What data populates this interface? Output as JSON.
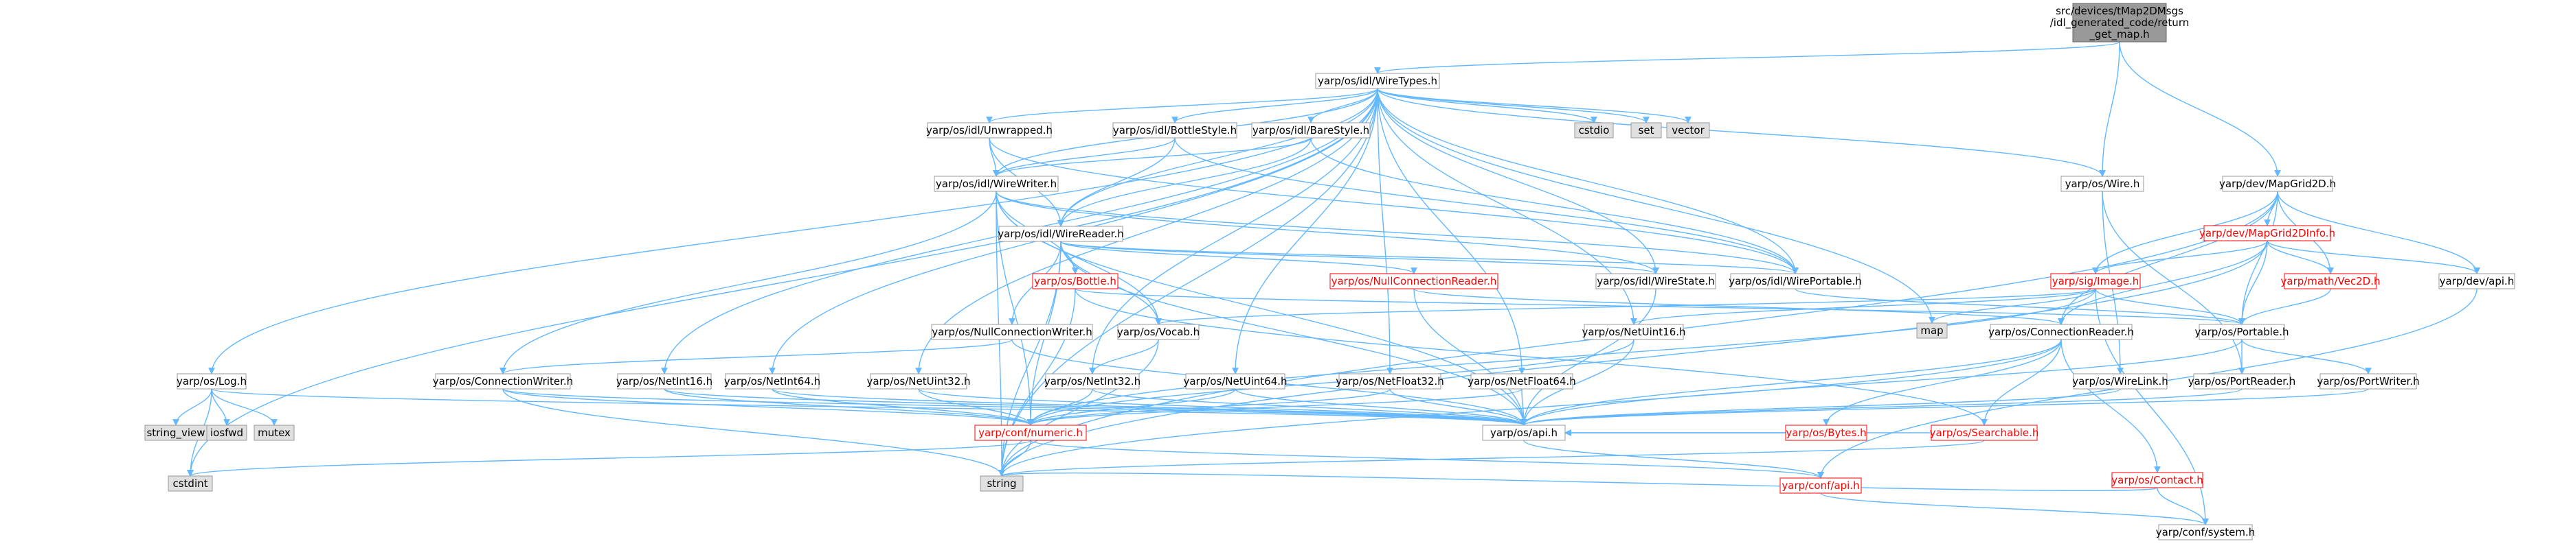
{
  "colors": {
    "edge": "#63b8ff",
    "node_border": "#999999",
    "node_fill": "#ffffff",
    "node_text": "#000000",
    "red_border": "#ff0000",
    "red_text": "#ff0000",
    "root_fill": "#999999",
    "gray_fill": "#e0e0e0"
  },
  "nodes": [
    {
      "id": "root",
      "lines": [
        "src/devices/tMap2DMsgs",
        "/idl_generated_code/return",
        "_get_map.h"
      ],
      "style": "root"
    },
    {
      "id": "wiretypes",
      "lines": [
        "yarp/os/idl/WireTypes.h"
      ],
      "style": "normal"
    },
    {
      "id": "cstdio",
      "lines": [
        "cstdio"
      ],
      "style": "gray"
    },
    {
      "id": "set",
      "lines": [
        "set"
      ],
      "style": "gray"
    },
    {
      "id": "vector",
      "lines": [
        "vector"
      ],
      "style": "gray"
    },
    {
      "id": "unwrapped",
      "lines": [
        "yarp/os/idl/Unwrapped.h"
      ],
      "style": "normal"
    },
    {
      "id": "bottlestyle",
      "lines": [
        "yarp/os/idl/BottleStyle.h"
      ],
      "style": "normal"
    },
    {
      "id": "barestyle",
      "lines": [
        "yarp/os/idl/BareStyle.h"
      ],
      "style": "normal"
    },
    {
      "id": "wire",
      "lines": [
        "yarp/os/Wire.h"
      ],
      "style": "normal"
    },
    {
      "id": "mapgrid2d",
      "lines": [
        "yarp/dev/MapGrid2D.h"
      ],
      "style": "normal"
    },
    {
      "id": "wirewriter",
      "lines": [
        "yarp/os/idl/WireWriter.h"
      ],
      "style": "normal"
    },
    {
      "id": "mapgrid2dinfo",
      "lines": [
        "yarp/dev/MapGrid2DInfo.h"
      ],
      "style": "red"
    },
    {
      "id": "wirereader",
      "lines": [
        "yarp/os/idl/WireReader.h"
      ],
      "style": "normal"
    },
    {
      "id": "vec2d",
      "lines": [
        "yarp/math/Vec2D.h"
      ],
      "style": "red"
    },
    {
      "id": "devapi",
      "lines": [
        "yarp/dev/api.h"
      ],
      "style": "normal"
    },
    {
      "id": "sigimage",
      "lines": [
        "yarp/sig/Image.h"
      ],
      "style": "red"
    },
    {
      "id": "bottle",
      "lines": [
        "yarp/os/Bottle.h"
      ],
      "style": "red"
    },
    {
      "id": "nullconnreader",
      "lines": [
        "yarp/os/NullConnectionReader.h"
      ],
      "style": "red"
    },
    {
      "id": "wirestate",
      "lines": [
        "yarp/os/idl/WireState.h"
      ],
      "style": "normal"
    },
    {
      "id": "wireportable",
      "lines": [
        "yarp/os/idl/WirePortable.h"
      ],
      "style": "normal"
    },
    {
      "id": "map",
      "lines": [
        "map"
      ],
      "style": "gray"
    },
    {
      "id": "nullconnwriter",
      "lines": [
        "yarp/os/NullConnectionWriter.h"
      ],
      "style": "normal"
    },
    {
      "id": "vocab",
      "lines": [
        "yarp/os/Vocab.h"
      ],
      "style": "normal"
    },
    {
      "id": "netuint16",
      "lines": [
        "yarp/os/NetUint16.h"
      ],
      "style": "normal"
    },
    {
      "id": "connreader",
      "lines": [
        "yarp/os/ConnectionReader.h"
      ],
      "style": "normal"
    },
    {
      "id": "portable",
      "lines": [
        "yarp/os/Portable.h"
      ],
      "style": "normal"
    },
    {
      "id": "log",
      "lines": [
        "yarp/os/Log.h"
      ],
      "style": "normal"
    },
    {
      "id": "connwriter",
      "lines": [
        "yarp/os/ConnectionWriter.h"
      ],
      "style": "normal"
    },
    {
      "id": "netint16",
      "lines": [
        "yarp/os/NetInt16.h"
      ],
      "style": "normal"
    },
    {
      "id": "netint64",
      "lines": [
        "yarp/os/NetInt64.h"
      ],
      "style": "normal"
    },
    {
      "id": "netuint32",
      "lines": [
        "yarp/os/NetUint32.h"
      ],
      "style": "normal"
    },
    {
      "id": "netint32",
      "lines": [
        "yarp/os/NetInt32.h"
      ],
      "style": "normal"
    },
    {
      "id": "netuint64",
      "lines": [
        "yarp/os/NetUint64.h"
      ],
      "style": "normal"
    },
    {
      "id": "netfloat32",
      "lines": [
        "yarp/os/NetFloat32.h"
      ],
      "style": "normal"
    },
    {
      "id": "netfloat64",
      "lines": [
        "yarp/os/NetFloat64.h"
      ],
      "style": "normal"
    },
    {
      "id": "bytes",
      "lines": [
        "yarp/os/Bytes.h"
      ],
      "style": "red"
    },
    {
      "id": "searchable",
      "lines": [
        "yarp/os/Searchable.h"
      ],
      "style": "red"
    },
    {
      "id": "wirelink",
      "lines": [
        "yarp/os/WireLink.h"
      ],
      "style": "normal"
    },
    {
      "id": "portreader",
      "lines": [
        "yarp/os/PortReader.h"
      ],
      "style": "normal"
    },
    {
      "id": "portwriter",
      "lines": [
        "yarp/os/PortWriter.h"
      ],
      "style": "normal"
    },
    {
      "id": "string_view",
      "lines": [
        "string_view"
      ],
      "style": "gray"
    },
    {
      "id": "iosfwd",
      "lines": [
        "iosfwd"
      ],
      "style": "gray"
    },
    {
      "id": "mutex",
      "lines": [
        "mutex"
      ],
      "style": "gray"
    },
    {
      "id": "confnumeric",
      "lines": [
        "yarp/conf/numeric.h"
      ],
      "style": "red"
    },
    {
      "id": "osapi",
      "lines": [
        "yarp/os/api.h"
      ],
      "style": "normal"
    },
    {
      "id": "contact",
      "lines": [
        "yarp/os/Contact.h"
      ],
      "style": "red"
    },
    {
      "id": "cstdint",
      "lines": [
        "cstdint"
      ],
      "style": "gray"
    },
    {
      "id": "string",
      "lines": [
        "string"
      ],
      "style": "gray"
    },
    {
      "id": "confapi",
      "lines": [
        "yarp/conf/api.h"
      ],
      "style": "red"
    },
    {
      "id": "confsystem",
      "lines": [
        "yarp/conf/system.h"
      ],
      "style": "normal"
    }
  ],
  "edges": [
    [
      "root",
      "wiretypes"
    ],
    [
      "root",
      "wire"
    ],
    [
      "root",
      "mapgrid2d"
    ],
    [
      "wiretypes",
      "cstdio"
    ],
    [
      "wiretypes",
      "set"
    ],
    [
      "wiretypes",
      "vector"
    ],
    [
      "wiretypes",
      "unwrapped"
    ],
    [
      "wiretypes",
      "bottlestyle"
    ],
    [
      "wiretypes",
      "barestyle"
    ],
    [
      "wiretypes",
      "wire"
    ],
    [
      "wiretypes",
      "wirewriter"
    ],
    [
      "wiretypes",
      "wirereader"
    ],
    [
      "wiretypes",
      "wirestate"
    ],
    [
      "wiretypes",
      "wireportable"
    ],
    [
      "wiretypes",
      "map"
    ],
    [
      "wiretypes",
      "log"
    ],
    [
      "wiretypes",
      "netint16"
    ],
    [
      "wiretypes",
      "netint64"
    ],
    [
      "wiretypes",
      "netuint32"
    ],
    [
      "wiretypes",
      "netint32"
    ],
    [
      "wiretypes",
      "netuint64"
    ],
    [
      "wiretypes",
      "netfloat32"
    ],
    [
      "wiretypes",
      "netfloat64"
    ],
    [
      "wiretypes",
      "netuint16"
    ],
    [
      "wiretypes",
      "cstdint"
    ],
    [
      "wiretypes",
      "string"
    ],
    [
      "unwrapped",
      "wirewriter"
    ],
    [
      "unwrapped",
      "wirereader"
    ],
    [
      "unwrapped",
      "wireportable"
    ],
    [
      "bottlestyle",
      "wirewriter"
    ],
    [
      "bottlestyle",
      "wirereader"
    ],
    [
      "bottlestyle",
      "wireportable"
    ],
    [
      "barestyle",
      "wirewriter"
    ],
    [
      "barestyle",
      "wirereader"
    ],
    [
      "barestyle",
      "wireportable"
    ],
    [
      "wire",
      "portreader"
    ],
    [
      "wire",
      "wirelink"
    ],
    [
      "mapgrid2d",
      "mapgrid2dinfo"
    ],
    [
      "mapgrid2d",
      "sigimage"
    ],
    [
      "mapgrid2d",
      "vec2d"
    ],
    [
      "mapgrid2d",
      "devapi"
    ],
    [
      "mapgrid2d",
      "connreader"
    ],
    [
      "mapgrid2d",
      "portable"
    ],
    [
      "mapgrid2d",
      "string"
    ],
    [
      "wirewriter",
      "wirestate"
    ],
    [
      "wirewriter",
      "wireportable"
    ],
    [
      "wirewriter",
      "bottle"
    ],
    [
      "wirewriter",
      "vocab"
    ],
    [
      "wirewriter",
      "connwriter"
    ],
    [
      "wirewriter",
      "confnumeric"
    ],
    [
      "wirewriter",
      "osapi"
    ],
    [
      "wirewriter",
      "string"
    ],
    [
      "mapgrid2dinfo",
      "vec2d"
    ],
    [
      "mapgrid2dinfo",
      "sigimage"
    ],
    [
      "mapgrid2dinfo",
      "devapi"
    ],
    [
      "mapgrid2dinfo",
      "portable"
    ],
    [
      "mapgrid2dinfo",
      "connreader"
    ],
    [
      "mapgrid2dinfo",
      "string"
    ],
    [
      "wirereader",
      "wirestate"
    ],
    [
      "wirereader",
      "wireportable"
    ],
    [
      "wirereader",
      "bottle"
    ],
    [
      "wirereader",
      "nullconnreader"
    ],
    [
      "wirereader",
      "nullconnwriter"
    ],
    [
      "wirereader",
      "vocab"
    ],
    [
      "wirereader",
      "confnumeric"
    ],
    [
      "wirereader",
      "osapi"
    ],
    [
      "wirereader",
      "string"
    ],
    [
      "vec2d",
      "portable"
    ],
    [
      "devapi",
      "confapi"
    ],
    [
      "sigimage",
      "map"
    ],
    [
      "sigimage",
      "portable"
    ],
    [
      "sigimage",
      "vocab"
    ],
    [
      "sigimage",
      "netuint16"
    ],
    [
      "sigimage",
      "confsystem"
    ],
    [
      "sigimage",
      "confnumeric"
    ],
    [
      "bottle",
      "portable"
    ],
    [
      "bottle",
      "searchable"
    ],
    [
      "bottle",
      "string"
    ],
    [
      "nullconnreader",
      "connreader"
    ],
    [
      "nullconnreader",
      "osapi"
    ],
    [
      "wirestate",
      "osapi"
    ],
    [
      "wireportable",
      "portable"
    ],
    [
      "nullconnwriter",
      "connwriter"
    ],
    [
      "nullconnwriter",
      "osapi"
    ],
    [
      "vocab",
      "netint32"
    ],
    [
      "vocab",
      "string"
    ],
    [
      "netuint16",
      "confnumeric"
    ],
    [
      "netuint16",
      "osapi"
    ],
    [
      "connreader",
      "bytes"
    ],
    [
      "connreader",
      "contact"
    ],
    [
      "connreader",
      "searchable"
    ],
    [
      "connreader",
      "osapi"
    ],
    [
      "connreader",
      "string"
    ],
    [
      "portable",
      "portreader"
    ],
    [
      "portable",
      "portwriter"
    ],
    [
      "portable",
      "osapi"
    ],
    [
      "log",
      "string_view"
    ],
    [
      "log",
      "iosfwd"
    ],
    [
      "log",
      "mutex"
    ],
    [
      "log",
      "cstdint"
    ],
    [
      "log",
      "osapi"
    ],
    [
      "connwriter",
      "confnumeric"
    ],
    [
      "connwriter",
      "osapi"
    ],
    [
      "connwriter",
      "string"
    ],
    [
      "netint16",
      "confnumeric"
    ],
    [
      "netint16",
      "osapi"
    ],
    [
      "netint64",
      "confnumeric"
    ],
    [
      "netint64",
      "osapi"
    ],
    [
      "netuint32",
      "confnumeric"
    ],
    [
      "netuint32",
      "osapi"
    ],
    [
      "netint32",
      "confnumeric"
    ],
    [
      "netint32",
      "osapi"
    ],
    [
      "netuint64",
      "confnumeric"
    ],
    [
      "netuint64",
      "osapi"
    ],
    [
      "netfloat32",
      "confnumeric"
    ],
    [
      "netfloat32",
      "osapi"
    ],
    [
      "netfloat64",
      "confnumeric"
    ],
    [
      "netfloat64",
      "osapi"
    ],
    [
      "bytes",
      "osapi"
    ],
    [
      "searchable",
      "osapi"
    ],
    [
      "searchable",
      "string"
    ],
    [
      "wirelink",
      "osapi"
    ],
    [
      "portreader",
      "osapi"
    ],
    [
      "portwriter",
      "osapi"
    ],
    [
      "confnumeric",
      "cstdint"
    ],
    [
      "confnumeric",
      "string"
    ],
    [
      "confnumeric",
      "confapi"
    ],
    [
      "osapi",
      "confapi"
    ],
    [
      "contact",
      "confsystem"
    ],
    [
      "contact",
      "string"
    ],
    [
      "confapi",
      "confsystem"
    ]
  ]
}
